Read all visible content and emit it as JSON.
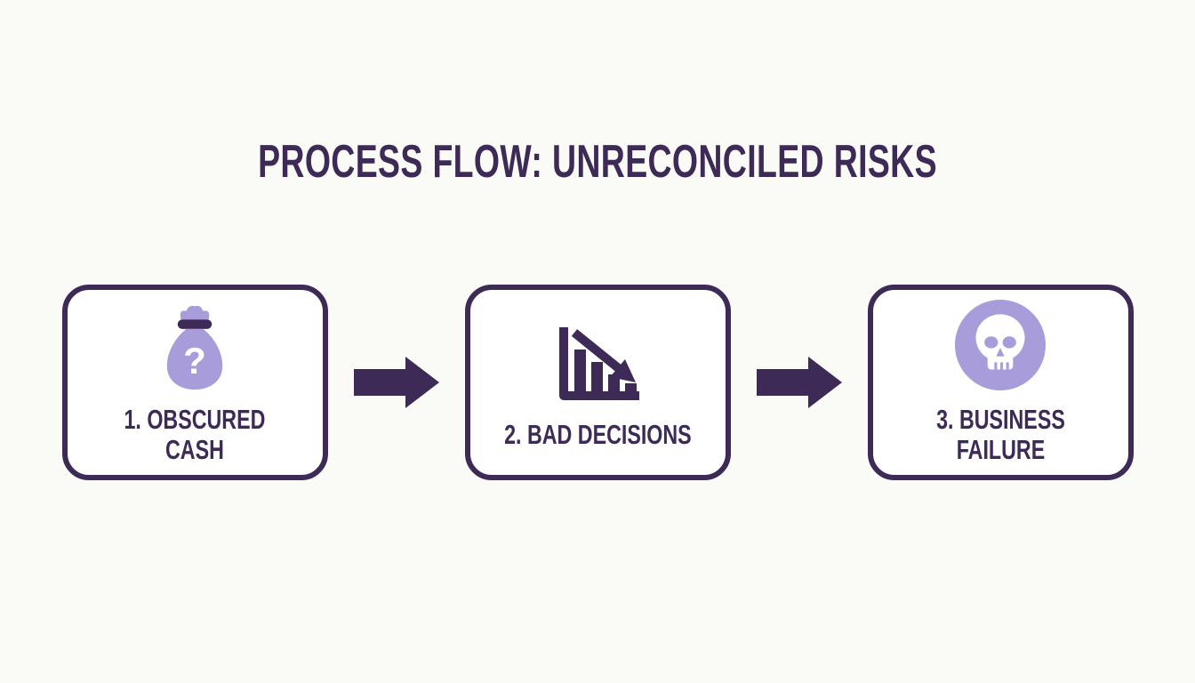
{
  "title": "PROCESS FLOW: UNRECONCILED RISKS",
  "colors": {
    "dark_purple": "#3d2a56",
    "light_purple": "#a89cdb",
    "background": "#fafaf7",
    "box_fill": "#ffffff"
  },
  "steps": [
    {
      "icon": "money-bag-question-icon",
      "label": "1. OBSCURED CASH",
      "label_lines": [
        "1. OBSCURED",
        "CASH"
      ]
    },
    {
      "icon": "declining-bar-chart-icon",
      "label": "2. BAD DECISIONS",
      "label_lines": [
        "2. BAD DECISIONS"
      ]
    },
    {
      "icon": "skull-icon",
      "label": "3. BUSINESS FAILURE",
      "label_lines": [
        "3. BUSINESS",
        "FAILURE"
      ]
    }
  ],
  "connectors": {
    "icon": "right-arrow-icon"
  }
}
